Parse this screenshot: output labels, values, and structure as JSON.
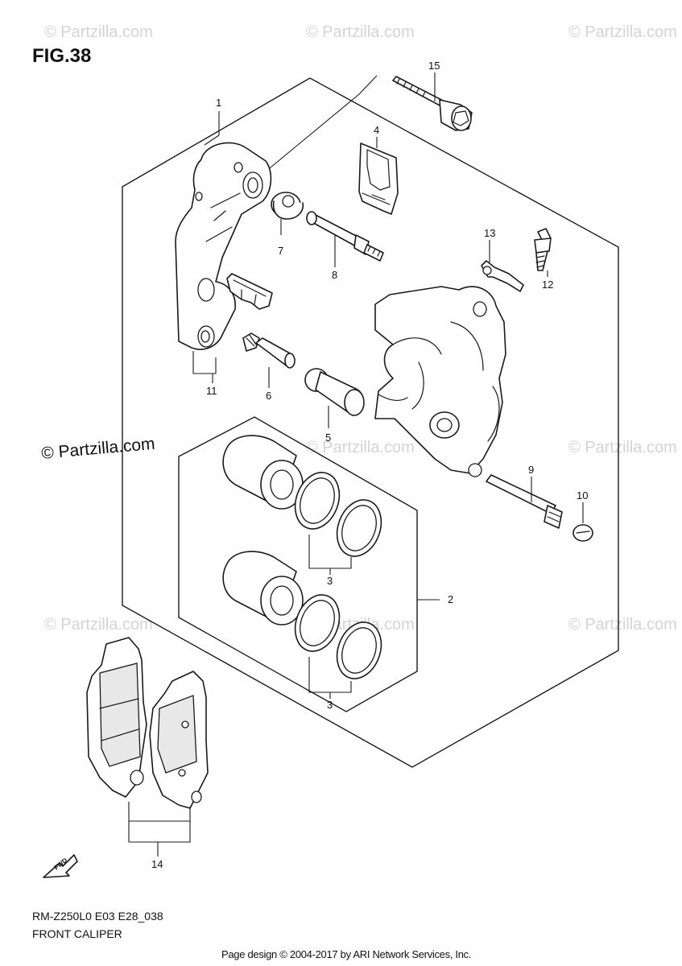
{
  "figure": {
    "label": "FIG.38"
  },
  "watermarks": {
    "text": "© Partzilla.com",
    "prominent": "© Partzilla.com"
  },
  "callouts": {
    "p1": "1",
    "p2": "2",
    "p3a": "3",
    "p3b": "3",
    "p4": "4",
    "p5": "5",
    "p6": "6",
    "p7": "7",
    "p8": "8",
    "p9": "9",
    "p10": "10",
    "p11": "11",
    "p12": "12",
    "p13": "13",
    "p14": "14",
    "p15": "15"
  },
  "direction_marker": {
    "label": "FWD"
  },
  "model_code": "RM-Z250L0 E03 E28_038",
  "caption": "FRONT CALIPER",
  "footer": "Page design © 2004-2017 by ARI Network Services, Inc."
}
